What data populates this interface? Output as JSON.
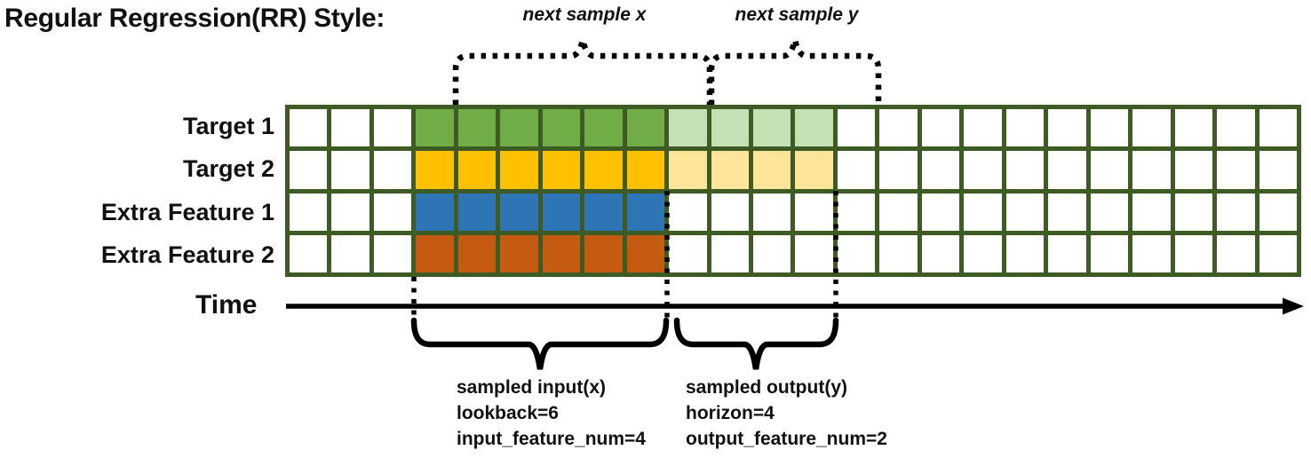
{
  "title": "Regular Regression(RR) Style:",
  "colors": {
    "grid_border": "#3D5B23",
    "empty_cell": "#FFFFFF",
    "annotation": "#000000"
  },
  "grid": {
    "total_columns": 24,
    "input_start_column": 3,
    "lookback": 6,
    "horizon": 4,
    "rows": [
      {
        "label": "Target 1",
        "input_color": "#70AD47",
        "output_color": "#C5E0B4",
        "is_output_row": true
      },
      {
        "label": "Target 2",
        "input_color": "#FFC000",
        "output_color": "#FFE599",
        "is_output_row": true
      },
      {
        "label": "Extra Feature 1",
        "input_color": "#2E75B6",
        "output_color": null,
        "is_output_row": false
      },
      {
        "label": "Extra Feature 2",
        "input_color": "#C55A11",
        "output_color": null,
        "is_output_row": false
      }
    ]
  },
  "annotations": {
    "next_sample_x": "next sample x",
    "next_sample_y": "next sample y",
    "time_label": "Time",
    "input_caption": [
      "sampled input(x)",
      "lookback=6",
      "input_feature_num=4"
    ],
    "output_caption": [
      "sampled output(y)",
      "horizon=4",
      "output_feature_num=2"
    ]
  }
}
